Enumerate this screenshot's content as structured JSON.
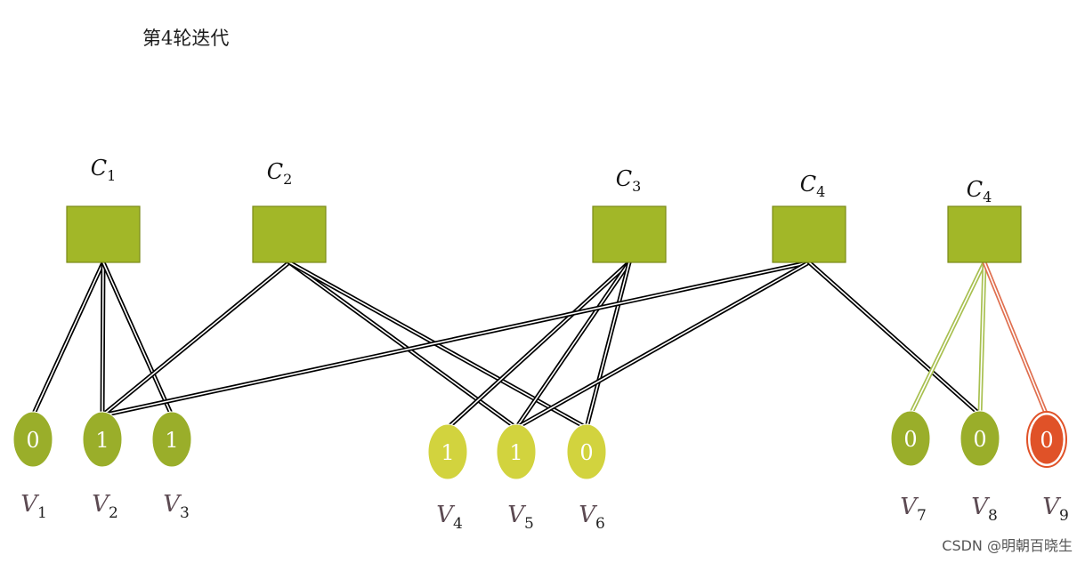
{
  "title": "第4轮迭代",
  "watermark": "CSDN @明朝百晓生",
  "colors": {
    "check_fill": "#a2b728",
    "check_stroke": "#7a8a18",
    "var_dark": "#9aae2a",
    "var_light": "#d2d33e",
    "var_red": "#e05228",
    "edge": "#000000",
    "edge_green": "#a8c050",
    "edge_red": "#e07050",
    "label_color": "#5c4a52"
  },
  "check_nodes": [
    {
      "id": "C1",
      "label": "C",
      "sub": "1"
    },
    {
      "id": "C2",
      "label": "C",
      "sub": "2"
    },
    {
      "id": "C3",
      "label": "C",
      "sub": "3"
    },
    {
      "id": "C4a",
      "label": "C",
      "sub": "4"
    },
    {
      "id": "C4b",
      "label": "C",
      "sub": "4"
    }
  ],
  "variable_nodes": [
    {
      "id": "V1",
      "label": "V",
      "sub": "1",
      "value": "0",
      "style": "dark"
    },
    {
      "id": "V2",
      "label": "V",
      "sub": "2",
      "value": "1",
      "style": "dark"
    },
    {
      "id": "V3",
      "label": "V",
      "sub": "3",
      "value": "1",
      "style": "dark"
    },
    {
      "id": "V4",
      "label": "V",
      "sub": "4",
      "value": "1",
      "style": "light"
    },
    {
      "id": "V5",
      "label": "V",
      "sub": "5",
      "value": "1",
      "style": "light"
    },
    {
      "id": "V6",
      "label": "V",
      "sub": "6",
      "value": "0",
      "style": "light"
    },
    {
      "id": "V7",
      "label": "V",
      "sub": "7",
      "value": "0",
      "style": "dark"
    },
    {
      "id": "V8",
      "label": "V",
      "sub": "8",
      "value": "0",
      "style": "dark"
    },
    {
      "id": "V9",
      "label": "V",
      "sub": "9",
      "value": "0",
      "style": "red"
    }
  ],
  "edges": [
    {
      "from": "C1",
      "to": "V1",
      "style": "black"
    },
    {
      "from": "C1",
      "to": "V2",
      "style": "black"
    },
    {
      "from": "C1",
      "to": "V3",
      "style": "black"
    },
    {
      "from": "C2",
      "to": "V2",
      "style": "black"
    },
    {
      "from": "C2",
      "to": "V5",
      "style": "black"
    },
    {
      "from": "C2",
      "to": "V6",
      "style": "black"
    },
    {
      "from": "C3",
      "to": "V4",
      "style": "black"
    },
    {
      "from": "C3",
      "to": "V5",
      "style": "black"
    },
    {
      "from": "C3",
      "to": "V6",
      "style": "black"
    },
    {
      "from": "C4a",
      "to": "V2",
      "style": "black"
    },
    {
      "from": "C4a",
      "to": "V5",
      "style": "black"
    },
    {
      "from": "C4a",
      "to": "V8",
      "style": "black"
    },
    {
      "from": "C4b",
      "to": "V7",
      "style": "green"
    },
    {
      "from": "C4b",
      "to": "V8",
      "style": "green"
    },
    {
      "from": "C4b",
      "to": "V9",
      "style": "red"
    }
  ]
}
